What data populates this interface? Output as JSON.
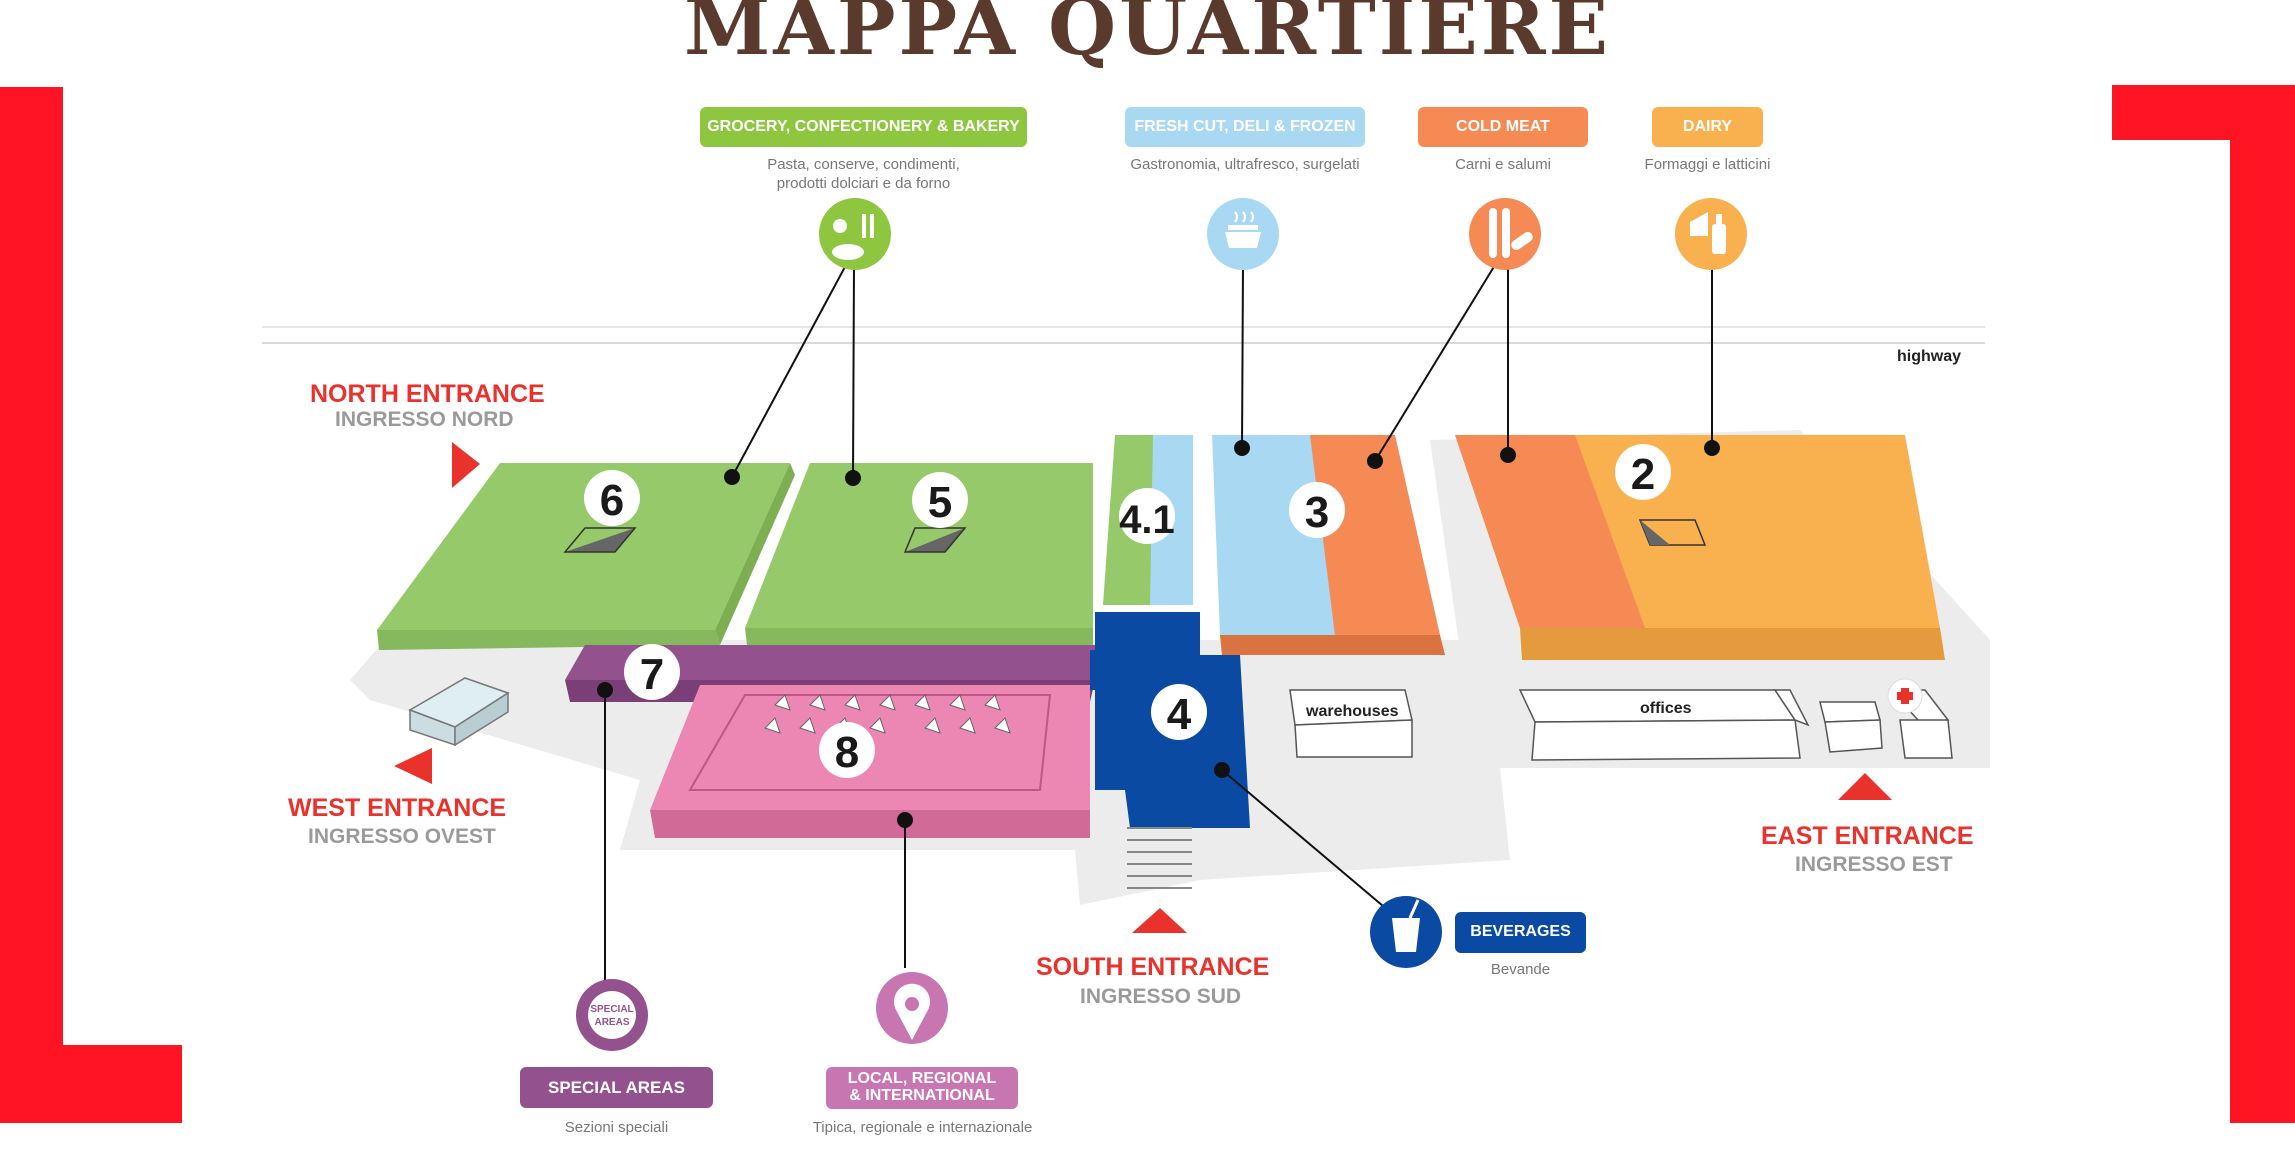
{
  "title": "MAPPA QUARTIERE",
  "colors": {
    "frame_red": "#ff1424",
    "green": "#8fc63f",
    "light_blue": "#a8d8f2",
    "orange": "#f58a55",
    "yellow_orange": "#f9b04f",
    "blue": "#0b4aa2",
    "purple": "#93528e",
    "pink": "#ec86b2",
    "title_brown": "#5a3a2c"
  },
  "categories": {
    "grocery": {
      "label": "GROCERY, CONFECTIONERY & BAKERY",
      "desc_line1": "Pasta, conserve, condimenti,",
      "desc_line2": "prodotti dolciari e da forno",
      "icon": "bakery-icon"
    },
    "fresh": {
      "label": "FRESH CUT, DELI & FROZEN",
      "desc": "Gastronomia, ultrafresco, surgelati",
      "icon": "frozen-bowl-icon"
    },
    "cold_meat": {
      "label": "COLD MEAT",
      "desc": "Carni e salumi",
      "icon": "sausage-icon"
    },
    "dairy": {
      "label": "DAIRY",
      "desc": "Formaggi e latticini",
      "icon": "cheese-milk-icon"
    },
    "beverages": {
      "label": "BEVERAGES",
      "desc": "Bevande",
      "icon": "drink-cup-icon"
    },
    "special": {
      "label": "SPECIAL  AREAS",
      "desc": "Sezioni speciali",
      "icon_text_1": "SPECIAL",
      "icon_text_2": "AREAS",
      "icon": "special-badge-icon"
    },
    "local": {
      "label_line1": "LOCAL, REGIONAL",
      "label_line2": "& INTERNATIONAL",
      "desc": "Tipica, regionale e internazionale",
      "icon": "location-pin-icon"
    }
  },
  "entrances": {
    "north": {
      "main": "NORTH  ENTRANCE",
      "sub": "INGRESSO NORD"
    },
    "west": {
      "main": "WEST ENTRANCE",
      "sub": "INGRESSO OVEST"
    },
    "south": {
      "main": "SOUTH ENTRANCE",
      "sub": "INGRESSO SUD"
    },
    "east": {
      "main": "EAST ENTRANCE",
      "sub": "INGRESSO EST"
    }
  },
  "pavilions": {
    "p6": "6",
    "p5": "5",
    "p41": "4.1",
    "p3": "3",
    "p2": "2",
    "p7": "7",
    "p8": "8",
    "p4": "4"
  },
  "map_labels": {
    "highway": "highway",
    "warehouses": "warehouses",
    "offices": "offices"
  }
}
